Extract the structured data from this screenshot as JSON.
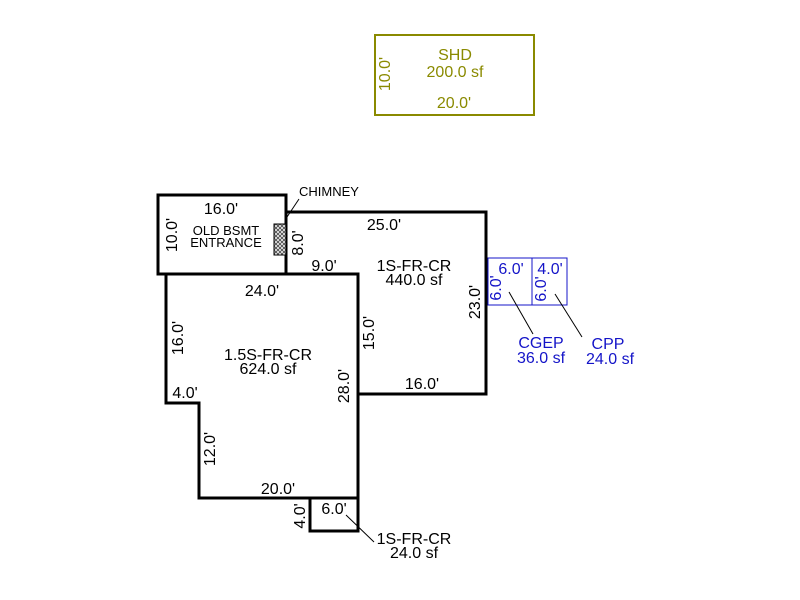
{
  "colors": {
    "outline": "#000000",
    "shed": "#8a8a00",
    "porch": "#1414c8",
    "hatch": "#555555"
  },
  "shed": {
    "code": "SHD",
    "area": "200.0 sf",
    "dim_left": "10.0'",
    "dim_bottom": "20.0'"
  },
  "bsmt_entrance": {
    "label_line1": "OLD BSMT",
    "label_line2": "ENTRANCE",
    "dim_top": "16.0'",
    "dim_left": "10.0'"
  },
  "chimney": {
    "label": "CHIMNEY",
    "dim": "8.0'"
  },
  "one_story": {
    "code": "1S-FR-CR",
    "area": "440.0 sf",
    "dim_top": "25.0'",
    "dim_step": "9.0'",
    "dim_right": "23.0'",
    "dim_inner": "15.0'",
    "dim_bottom": "16.0'"
  },
  "one_half_story": {
    "code": "1.5S-FR-CR",
    "area": "624.0 sf",
    "dim_top": "24.0'",
    "dim_left": "16.0'",
    "dim_notch": "4.0'",
    "dim_lower_left": "12.0'",
    "dim_bottom": "20.0'",
    "dim_right": "28.0'"
  },
  "cgep": {
    "code": "CGEP",
    "area": "36.0 sf",
    "dim_top": "6.0'",
    "dim_left": "6.0'"
  },
  "cpp": {
    "code": "CPP",
    "area": "24.0 sf",
    "dim_top": "4.0'",
    "dim_left": "6.0'"
  },
  "small_addition": {
    "code": "1S-FR-CR",
    "area": "24.0 sf",
    "dim_top": "6.0'",
    "dim_left": "4.0'"
  }
}
